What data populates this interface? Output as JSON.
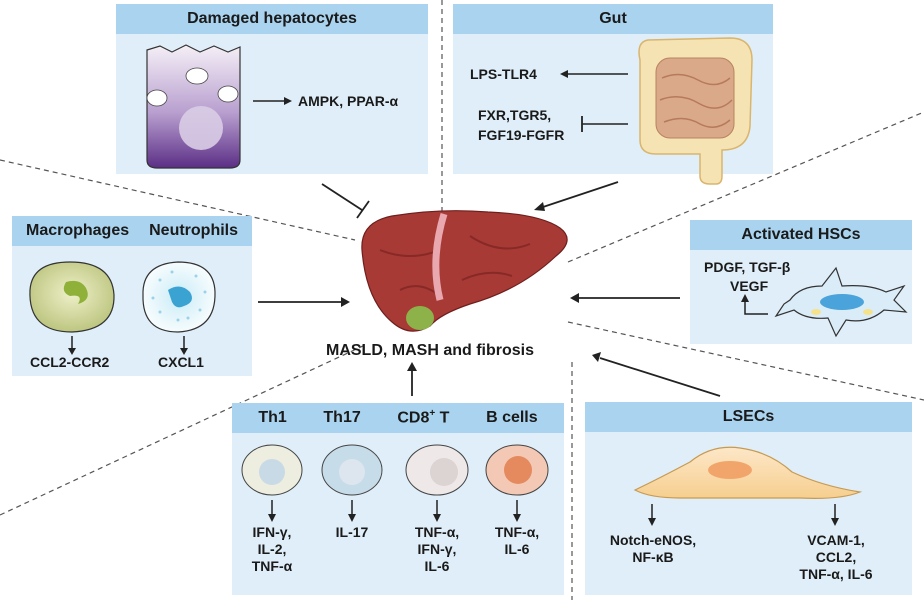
{
  "hepatocytes": {
    "title": "Damaged hepatocytes",
    "pathway": "AMPK, PPAR-α"
  },
  "gut": {
    "title": "Gut",
    "promote": "LPS-TLR4",
    "inhibit_1": "FXR,TGR5,",
    "inhibit_2": "FGF19-FGFR"
  },
  "myeloid": {
    "mac_title": "Macrophages",
    "neu_title": "Neutrophils",
    "mac_out": "CCL2-CCR2",
    "neu_out": "CXCL1"
  },
  "hsc": {
    "title": "Activated HSCs",
    "out_1": "PDGF, TGF-β",
    "out_2": "VEGF"
  },
  "liver": {
    "caption": "MASLD, MASH and fibrosis"
  },
  "lymph": {
    "th1": "Th1",
    "th17": "Th17",
    "cd8": "CD8",
    "cd8_sup": "+",
    "cd8_t": " T",
    "bcells": "B cells",
    "th1_out": [
      "IFN-γ,",
      "IL-2,",
      "TNF-α"
    ],
    "th17_out": [
      "IL-17"
    ],
    "cd8_out": [
      "TNF-α,",
      "IFN-γ,",
      "IL-6"
    ],
    "b_out": [
      "TNF-α,",
      "IL-6"
    ]
  },
  "lsec": {
    "title": "LSECs",
    "left_out": [
      "Notch-eNOS,",
      "NF-κB"
    ],
    "right_out": [
      "VCAM-1,",
      "CCL2,",
      "TNF-α, IL-6"
    ]
  }
}
